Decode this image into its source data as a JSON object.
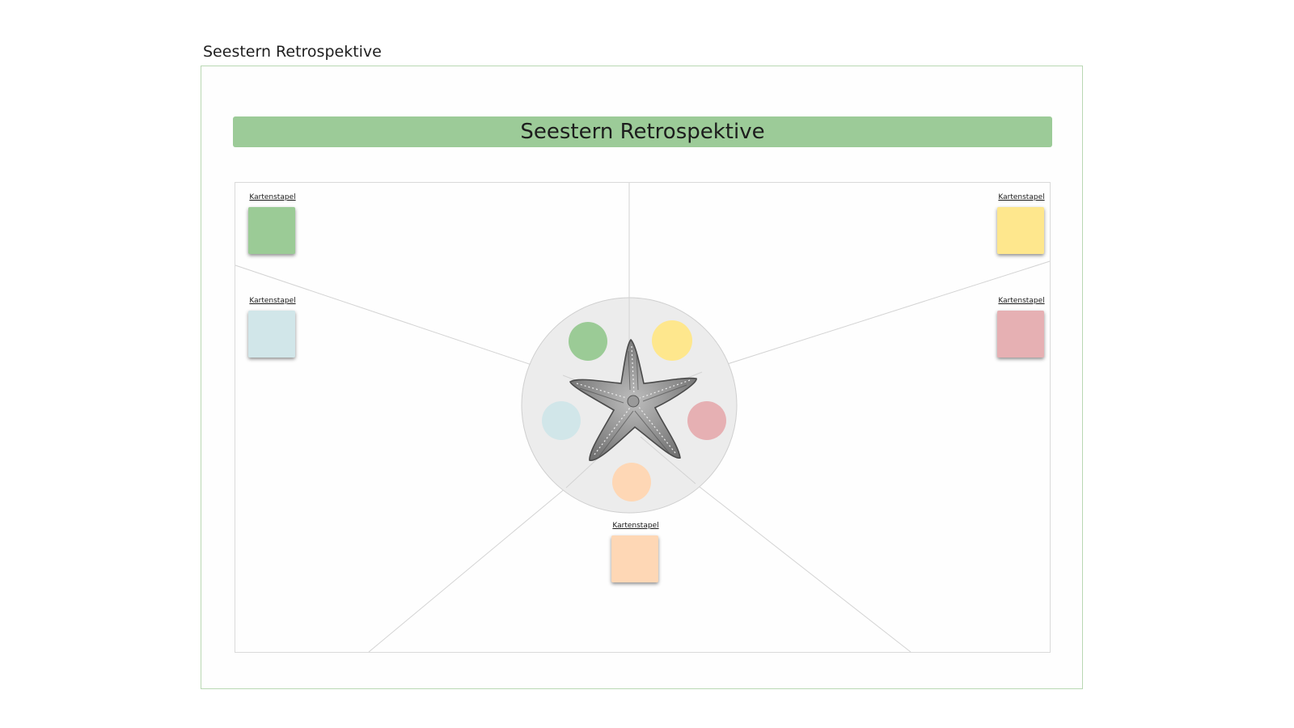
{
  "frame": {
    "title": "Seestern Retrospektive"
  },
  "banner": {
    "title": "Seestern Retrospektive"
  },
  "colors": {
    "green": "#9bcb96",
    "yellow": "#fee78d",
    "blue": "#d1e6e9",
    "red": "#e6b0b3",
    "orange": "#fed7b5",
    "banner": "#9ccb98",
    "hub": "#ececec"
  },
  "stacks": [
    {
      "id": "green",
      "label": "Kartenstapel",
      "color": "#9bcb96"
    },
    {
      "id": "yellow",
      "label": "Kartenstapel",
      "color": "#fee78d"
    },
    {
      "id": "blue",
      "label": "Kartenstapel",
      "color": "#d1e6e9"
    },
    {
      "id": "red",
      "label": "Kartenstapel",
      "color": "#e6b0b3"
    },
    {
      "id": "orange",
      "label": "Kartenstapel",
      "color": "#fed7b5"
    }
  ],
  "hub": {
    "icon": "starfish-icon",
    "dots": [
      "#9bcb96",
      "#fee78d",
      "#d1e6e9",
      "#e6b0b3",
      "#fed7b5"
    ]
  }
}
